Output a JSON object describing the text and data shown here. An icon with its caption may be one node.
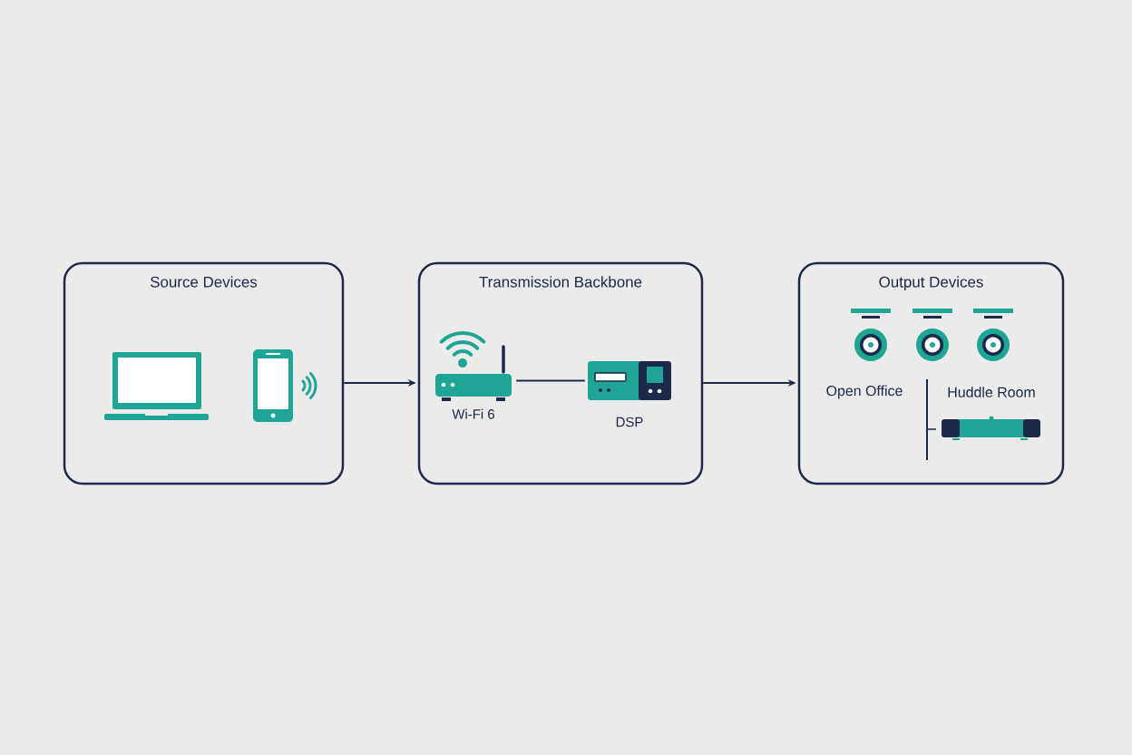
{
  "diagram": {
    "nodes": [
      {
        "text": [
          "Source Devices"
        ]
      },
      {
        "text": [
          "Transmission Backbone"
        ]
      },
      {
        "text": [
          "Output Devices"
        ]
      },
      {
        "text": [
          "Wi-Fi 6"
        ],
        "in": 1
      },
      {
        "text": [
          "DSP"
        ],
        "in": 1
      }
    ],
    "edges": [
      {
        "from": 0,
        "to": 1,
        "arrow": "to"
      },
      {
        "from": 1,
        "to": 2,
        "arrow": "to"
      },
      {
        "from": 3,
        "to": 4,
        "arrow": "none"
      }
    ],
    "labels": [
      "Open Office",
      "Huddle Room"
    ]
  }
}
